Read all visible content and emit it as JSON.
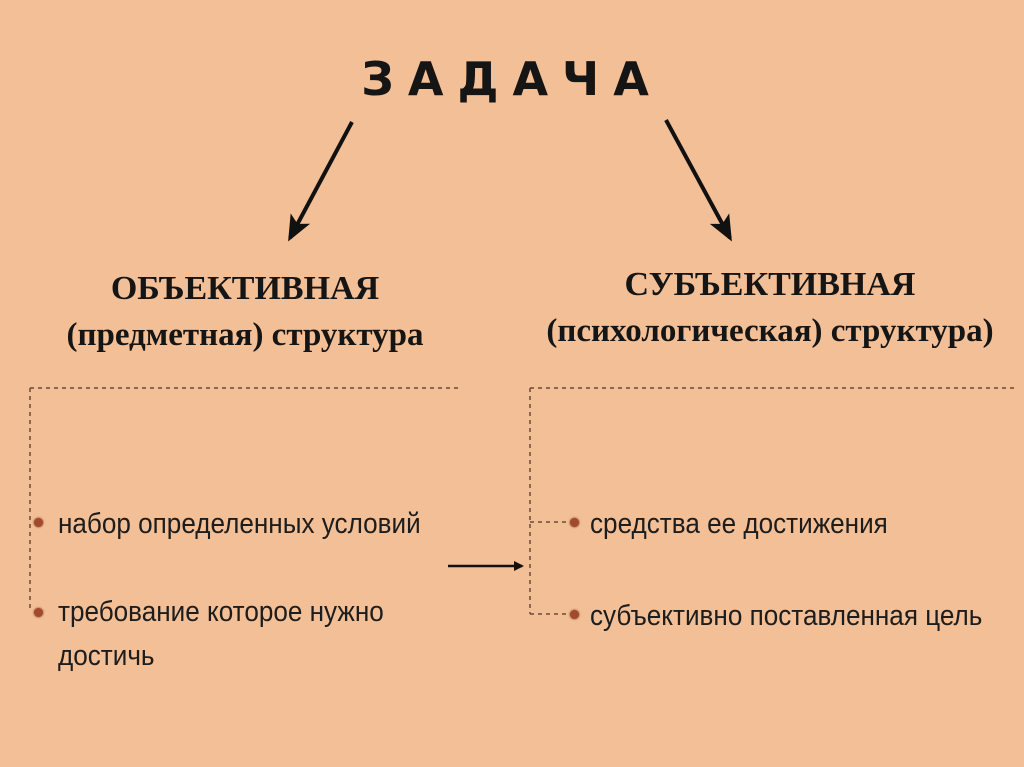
{
  "title": "ЗАДАЧА",
  "left": {
    "heading_line1": "ОБЪЕКТИВНАЯ",
    "heading_line2": "(предметная) структура",
    "items": [
      "набор определенных условий",
      "требование которое нужно достичь"
    ]
  },
  "right": {
    "heading_line1": "СУБЪЕКТИВНАЯ",
    "heading_line2": "(психологическая) структура)",
    "items": [
      "средства ее достижения",
      "субъективно поставленная цель"
    ]
  },
  "colors": {
    "background": "#f3bf96",
    "text": "#151515",
    "bullet": "#a24a2c"
  }
}
